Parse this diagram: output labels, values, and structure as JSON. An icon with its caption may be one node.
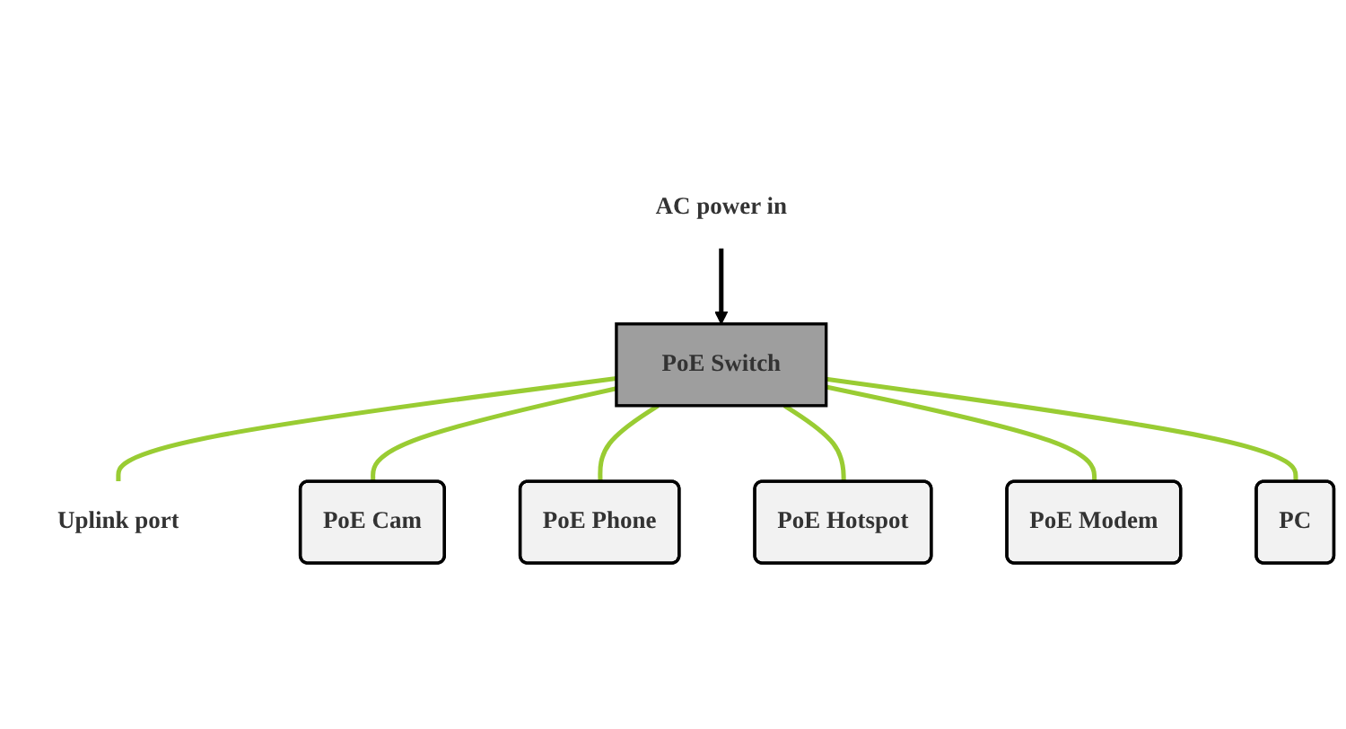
{
  "diagram": {
    "nodes": [
      {
        "text": [
          "PoE Switch"
        ]
      },
      {
        "text": [
          "AC power in"
        ]
      },
      {
        "text": [
          "Uplink port"
        ]
      },
      {
        "text": [
          "PoE Cam"
        ]
      },
      {
        "text": [
          "PoE Phone"
        ]
      },
      {
        "text": [
          "PoE Hotspot"
        ]
      },
      {
        "text": [
          "PoE Modem"
        ]
      },
      {
        "text": [
          "PC"
        ]
      }
    ],
    "edges": [
      {
        "from": 1,
        "to": 0,
        "arrow": "to",
        "color": "#000000"
      },
      {
        "from": 0,
        "to": 2,
        "arrow": "none"
      },
      {
        "from": 0,
        "to": 3,
        "arrow": "none"
      },
      {
        "from": 0,
        "to": 4,
        "arrow": "none"
      },
      {
        "from": 0,
        "to": 5,
        "arrow": "none"
      },
      {
        "from": 0,
        "to": 6,
        "arrow": "none"
      },
      {
        "from": 0,
        "to": 7,
        "arrow": "none"
      }
    ]
  }
}
